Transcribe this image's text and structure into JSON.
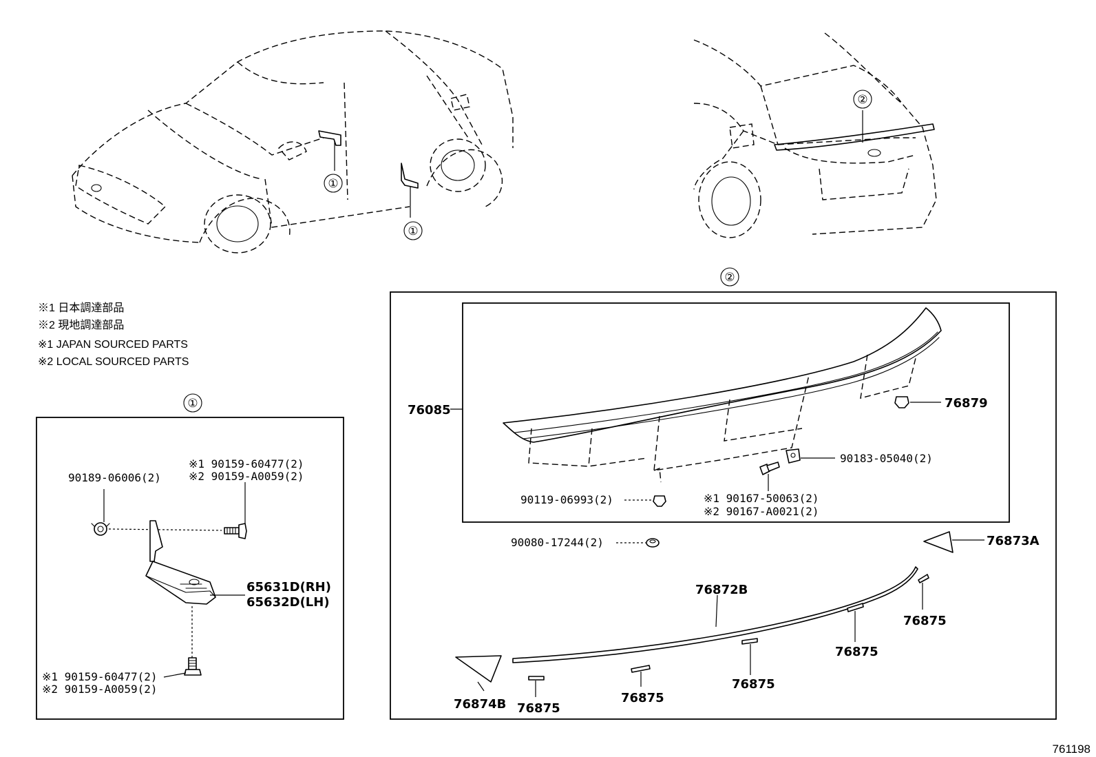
{
  "legend": [
    "※1 日本調達部品",
    "※2 現地調達部品",
    "※1 JAPAN SOURCED PARTS",
    "※2 LOCAL SOURCED PARTS"
  ],
  "ref_markers": {
    "one": "①",
    "two": "②"
  },
  "group1": {
    "title": "①",
    "labels": {
      "clip": "90189-06006(2)",
      "bolt_top_1": "※1 90159-60477(2)",
      "bolt_top_2": "※2 90159-A0059(2)",
      "bracket_rh": "65631D(RH)",
      "bracket_lh": "65632D(LH)",
      "bolt_bot_1": "※1 90159-60477(2)",
      "bolt_bot_2": "※2 90159-A0059(2)"
    }
  },
  "group2": {
    "title": "②",
    "labels": {
      "spoiler": "76085",
      "clip_right": "76879",
      "nut": "90183-05040(2)",
      "clip_left": "90119-06993(2)",
      "screw_1": "※1 90167-50063(2)",
      "screw_2": "※2 90167-A0021(2)",
      "grommet": "90080-17244(2)",
      "cover_right": "76873A",
      "strip": "76872B",
      "tape_a": "76875",
      "tape_b": "76875",
      "tape_c": "76875",
      "tape_d": "76875",
      "tape_e": "76875",
      "cover_left": "76874B"
    }
  },
  "figure_number": "761198"
}
